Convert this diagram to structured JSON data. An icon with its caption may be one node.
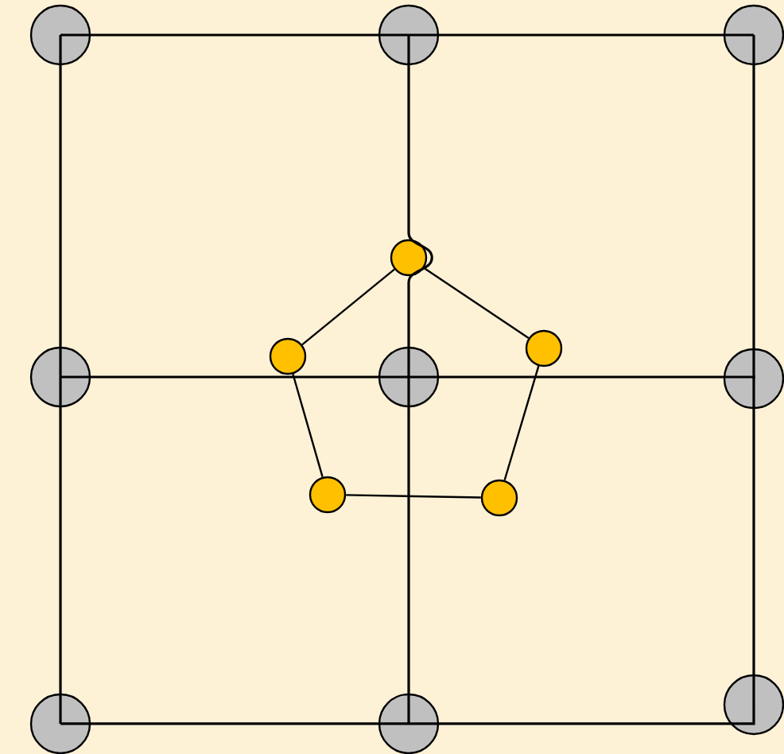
{
  "diagram": {
    "nodes": [
      {
        "text": [],
        "shape": "circle"
      },
      {
        "text": [],
        "shape": "circle"
      },
      {
        "text": [],
        "shape": "circle"
      },
      {
        "text": [],
        "shape": "circle"
      },
      {
        "text": [],
        "shape": "circle"
      },
      {
        "text": [],
        "shape": "circle"
      },
      {
        "text": [],
        "shape": "circle"
      },
      {
        "text": [],
        "shape": "circle"
      },
      {
        "text": [],
        "shape": "circle"
      },
      {
        "text": [],
        "shape": "circle"
      },
      {
        "text": [],
        "shape": "circle"
      },
      {
        "text": [],
        "shape": "circle"
      },
      {
        "text": [],
        "shape": "circle"
      },
      {
        "text": [],
        "shape": "circle"
      }
    ],
    "edges": [
      {
        "from": 0,
        "to": 1,
        "arrow": "none"
      },
      {
        "from": 1,
        "to": 2,
        "arrow": "none"
      },
      {
        "from": 0,
        "to": 3,
        "arrow": "none"
      },
      {
        "from": 1,
        "to": 4,
        "arrow": "none"
      },
      {
        "from": 2,
        "to": 5,
        "arrow": "none"
      },
      {
        "from": 3,
        "to": 4,
        "arrow": "none"
      },
      {
        "from": 4,
        "to": 5,
        "arrow": "none"
      },
      {
        "from": 3,
        "to": 6,
        "arrow": "none"
      },
      {
        "from": 4,
        "to": 7,
        "arrow": "none"
      },
      {
        "from": 5,
        "to": 8,
        "arrow": "none"
      },
      {
        "from": 6,
        "to": 7,
        "arrow": "none"
      },
      {
        "from": 7,
        "to": 8,
        "arrow": "none"
      },
      {
        "from": 9,
        "to": 10,
        "arrow": "none"
      },
      {
        "from": 9,
        "to": 11,
        "arrow": "none"
      },
      {
        "from": 10,
        "to": 12,
        "arrow": "none"
      },
      {
        "from": 11,
        "to": 13,
        "arrow": "none"
      },
      {
        "from": 12,
        "to": 13,
        "arrow": "none"
      }
    ]
  }
}
